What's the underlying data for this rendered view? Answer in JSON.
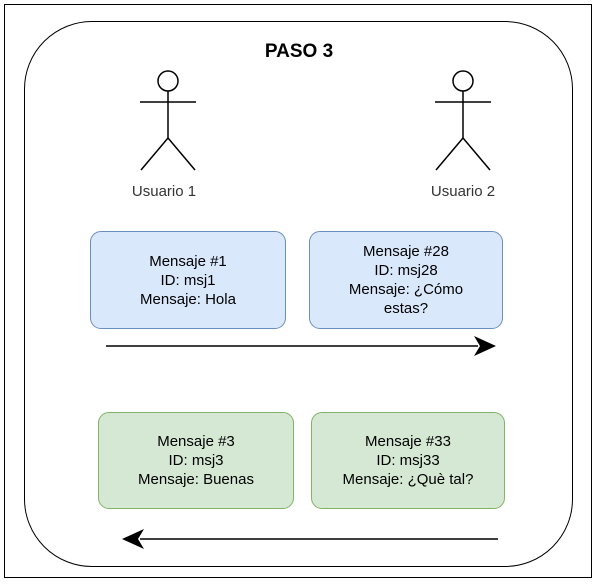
{
  "diagram": {
    "title": "PASO 3",
    "actors": [
      {
        "label": "Usuario 1"
      },
      {
        "label": "Usuario 2"
      }
    ],
    "rows": [
      {
        "direction": "right",
        "color": "blue",
        "messages": [
          {
            "line1": "Mensaje #1",
            "line2": "ID: msj1",
            "line3": "Mensaje: Hola",
            "line4": ""
          },
          {
            "line1": "Mensaje #28",
            "line2": "ID: msj28",
            "line3": "Mensaje: ¿Cómo",
            "line4": "estas?"
          }
        ]
      },
      {
        "direction": "left",
        "color": "green",
        "messages": [
          {
            "line1": "Mensaje #3",
            "line2": "ID: msj3",
            "line3": "Mensaje: Buenas",
            "line4": ""
          },
          {
            "line1": "Mensaje #33",
            "line2": "ID: msj33",
            "line3": "Mensaje: ¿Què tal?",
            "line4": ""
          }
        ]
      }
    ],
    "colors": {
      "blue_fill": "#dae8fc",
      "blue_stroke": "#6c8ebf",
      "green_fill": "#d5e8d4",
      "green_stroke": "#82b366"
    }
  }
}
